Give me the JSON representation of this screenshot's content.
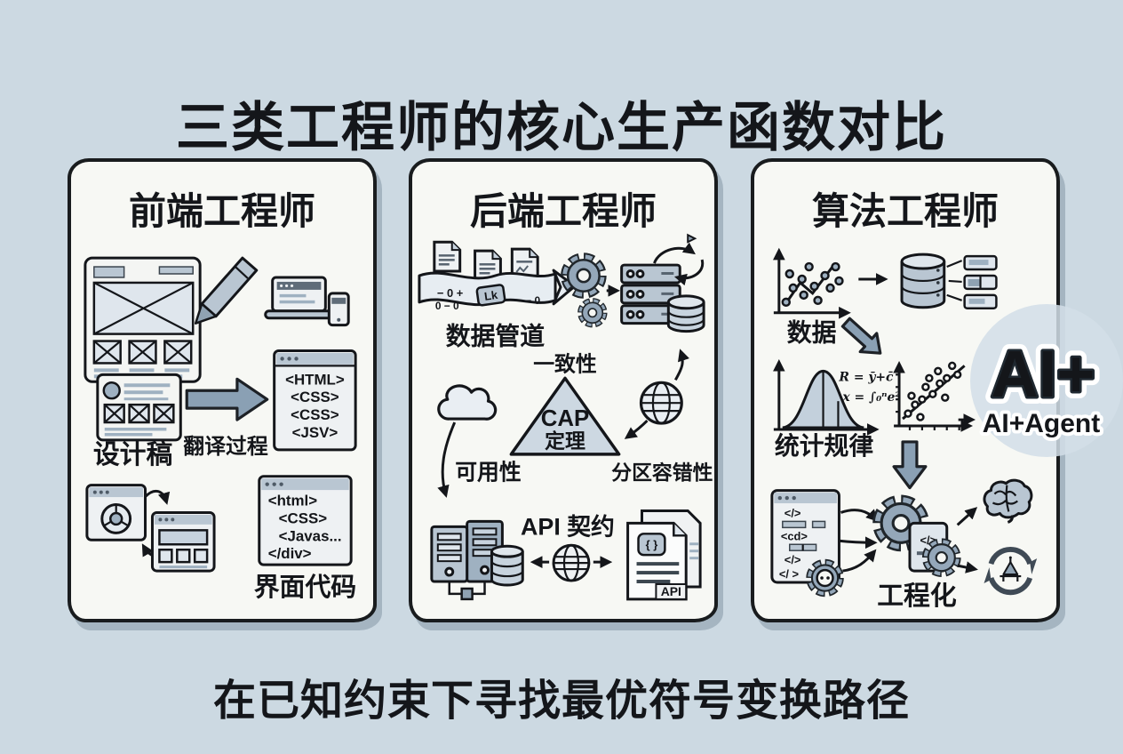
{
  "title": "三类工程师的核心生产函数对比",
  "footer": "在已知约束下寻找最优符号变换路径",
  "colors": {
    "background": "#ccd9e2",
    "panel": "#f7f8f4",
    "ink": "#14161a",
    "steel_arrow": "#8aa0b4",
    "light_fill": "#dfe6ed",
    "mid_fill": "#b9c6d2",
    "ai_letter": "#7e93a8"
  },
  "frontend": {
    "title": "前端工程师",
    "design_label": "设计稿",
    "process_label": "翻译过程",
    "code_top": [
      "<HTML>",
      "<CSS>",
      "<CSS>",
      "<JSV>"
    ],
    "code_bottom": [
      "<html>",
      "<CSS>",
      "<Javas...",
      "</div>"
    ],
    "code_label": "界面代码"
  },
  "backend": {
    "title": "后端工程师",
    "pipeline_label": "数据管道",
    "pipeline_symbols_top": "− 0 +",
    "pipeline_symbols_bottom": "0 − 0",
    "pipeline_symbols_tail": "− 0",
    "pipeline_chip": "Lk",
    "cap_top": "一致性",
    "cap_line1": "CAP",
    "cap_line2": "定理",
    "cap_left": "可用性",
    "cap_right": "分区容错性",
    "api_label": "API 契约",
    "api_doc_badge": "{ }",
    "api_doc_label": "API"
  },
  "algorithm": {
    "title": "算法工程师",
    "data_label": "数据",
    "formula1": "R = ȳ+c̄",
    "formula2": "x = ∫₀ⁿe²",
    "stats_label": "统计规律",
    "ai_badge": "AI+",
    "ai_agent": "AI+Agent",
    "code_line1": "</>",
    "code_line2": "<cd>",
    "code_line3": "</>",
    "code_line4": "</ >",
    "doc_code": "</>",
    "eng_label": "工程化"
  }
}
